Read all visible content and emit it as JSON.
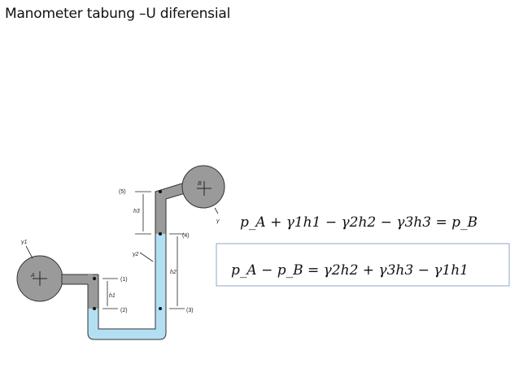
{
  "title": "Manometer tabung –U diferensial",
  "diagram": {
    "points": {
      "p1": "(1)",
      "p2": "(2)",
      "p3": "(3)",
      "p4": "(4)",
      "p5": "(5)"
    },
    "vessel_a": "A",
    "vessel_b": "B",
    "gamma1": "γ1",
    "gamma2": "γ2",
    "gamma3": "γ",
    "h1": "h1",
    "h2": "h2",
    "h3": "h3",
    "colors": {
      "fluid": "#b3dff2",
      "gas": "#9a9a9a",
      "outline": "#333333",
      "box": "#8fa7c8"
    }
  },
  "equations": {
    "eq1": "p_A + γ1h1 − γ2h2 − γ3h3 = p_B",
    "eq2": "p_A − p_B = γ2h2 + γ3h3 − γ1h1"
  }
}
